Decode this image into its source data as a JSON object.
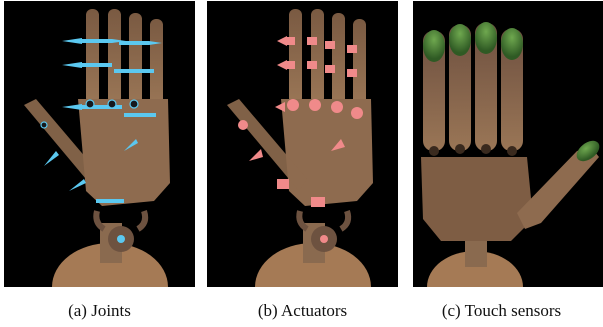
{
  "figure": {
    "panels": [
      {
        "id": "a",
        "caption": "(a) Joints",
        "overlay": "joint-axes",
        "marker_color": "#5bc8f0"
      },
      {
        "id": "b",
        "caption": "(b) Actuators",
        "overlay": "actuators",
        "marker_color": "#f08a8a"
      },
      {
        "id": "c",
        "caption": "(c) Touch sensors",
        "overlay": "touch-sensors",
        "marker_color": "#4e8a3a"
      }
    ],
    "colors": {
      "background": "#000000",
      "hand": "#8a6a4f",
      "hand_dark": "#5a4232"
    }
  }
}
